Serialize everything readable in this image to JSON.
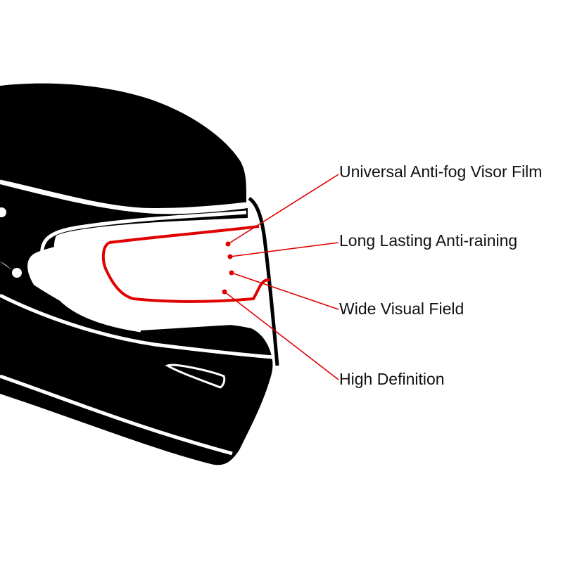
{
  "diagram": {
    "title": "Helmet visor film features",
    "accent_color": "#e00000",
    "helmet_color": "#000000",
    "callouts": [
      {
        "id": "anti-fog",
        "label": "Universal Anti-fog Visor Film"
      },
      {
        "id": "anti-rain",
        "label": "Long Lasting Anti-raining"
      },
      {
        "id": "visual-field",
        "label": "Wide Visual Field"
      },
      {
        "id": "definition",
        "label": "High Definition"
      }
    ]
  }
}
